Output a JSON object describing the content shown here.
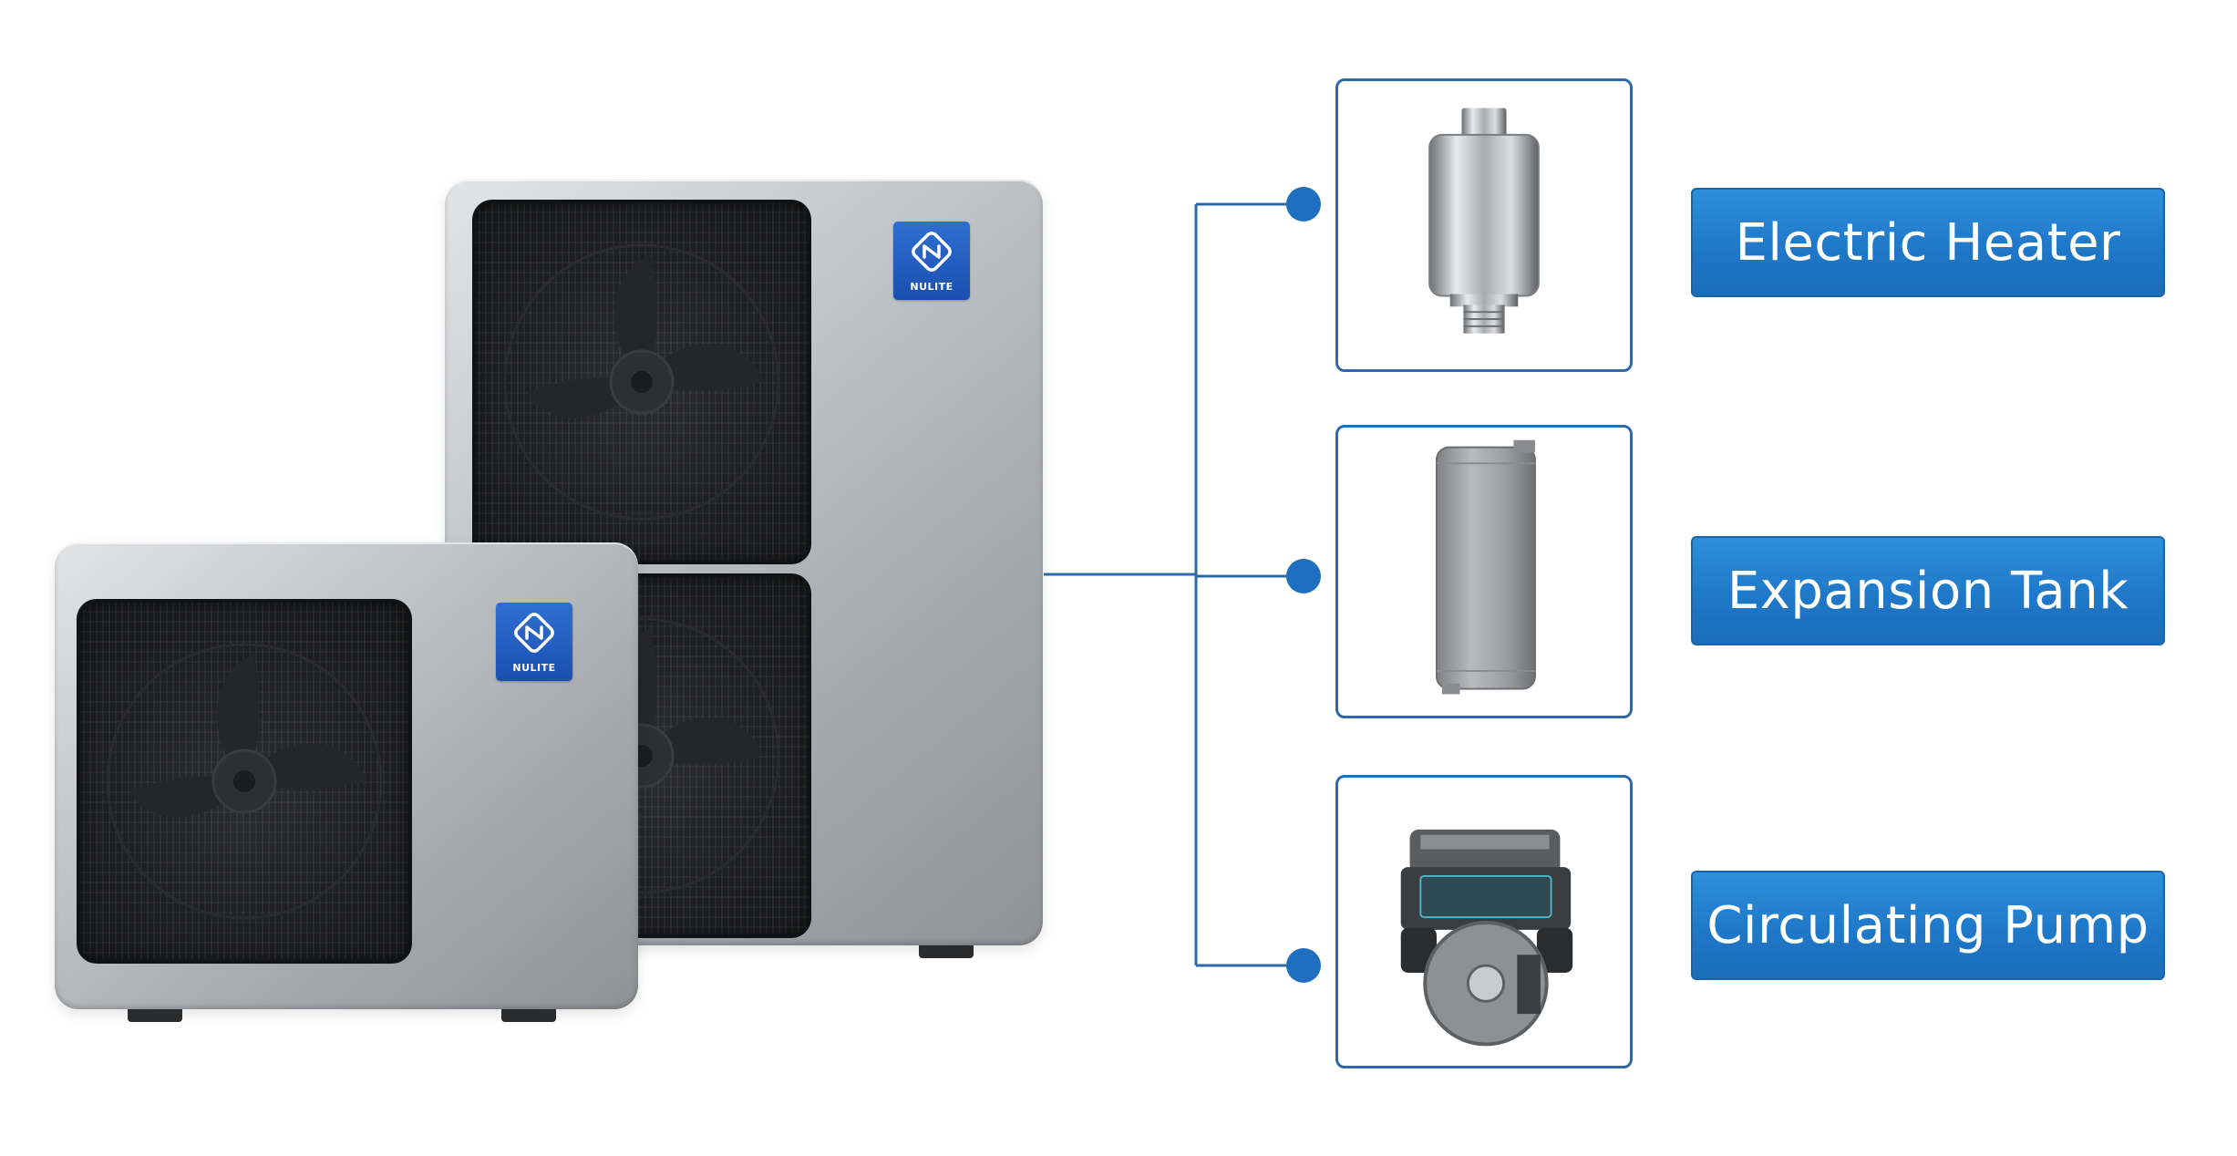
{
  "units": {
    "large_logo_text": "NULITE",
    "small_logo_text": "NULITE"
  },
  "components": [
    {
      "label": "Electric Heater",
      "icon": "electric-heater-icon"
    },
    {
      "label": "Expansion Tank",
      "icon": "expansion-tank-icon"
    },
    {
      "label": "Circulating Pump",
      "icon": "circulating-pump-icon"
    }
  ],
  "colors": {
    "accent": "#1f78c8",
    "line": "#2e6aa8"
  }
}
